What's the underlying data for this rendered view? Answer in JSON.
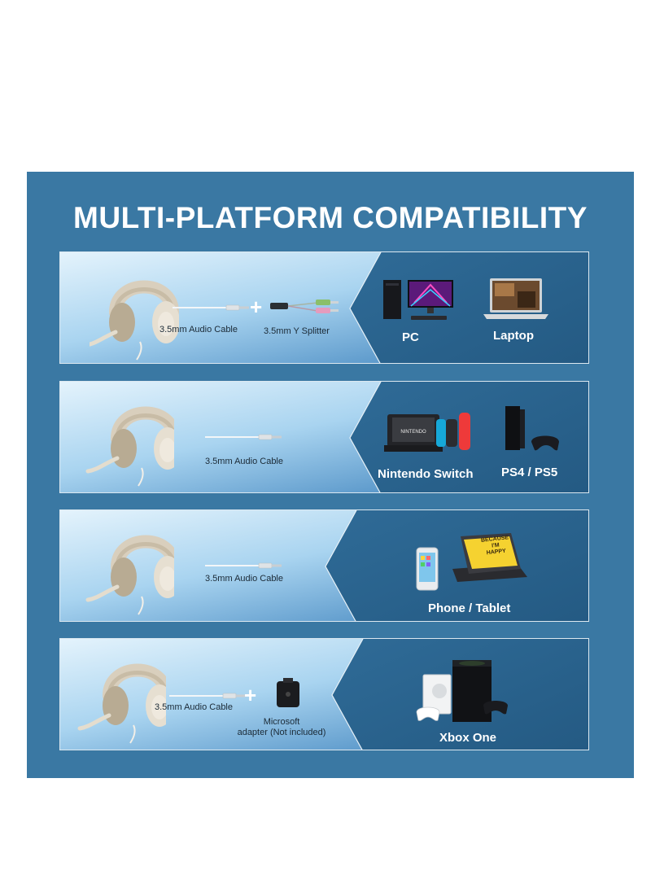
{
  "title": "MULTI-PLATFORM COMPATIBILITY",
  "colors": {
    "panel": "#3a78a3",
    "right_area": "#2d6590",
    "left_light": "#d6ecfa",
    "left_dark": "#4a8bbf"
  },
  "rows": [
    {
      "left_labels": [
        "3.5mm Audio Cable",
        "3.5mm Y Splitter"
      ],
      "devices": [
        "PC",
        "Laptop"
      ],
      "icons": [
        "headset-icon",
        "audio-cable-icon",
        "y-splitter-icon",
        "pc-icon",
        "laptop-icon"
      ]
    },
    {
      "left_labels": [
        "3.5mm Audio Cable"
      ],
      "devices": [
        "Nintendo Switch",
        "PS4 / PS5"
      ],
      "icons": [
        "headset-icon",
        "audio-cable-icon",
        "nintendo-switch-icon",
        "playstation-icon"
      ]
    },
    {
      "left_labels": [
        "3.5mm Audio Cable"
      ],
      "devices": [
        "Phone / Tablet"
      ],
      "tablet_text": [
        "BECAUSE",
        "I'M",
        "HAPPY"
      ],
      "icons": [
        "headset-icon",
        "audio-cable-icon",
        "phone-icon",
        "tablet-icon"
      ]
    },
    {
      "left_labels": [
        "3.5mm Audio Cable",
        "Microsoft",
        "adapter (Not included)"
      ],
      "devices": [
        "Xbox One"
      ],
      "icons": [
        "headset-icon",
        "audio-cable-icon",
        "microsoft-adapter-icon",
        "xbox-icon"
      ]
    }
  ]
}
